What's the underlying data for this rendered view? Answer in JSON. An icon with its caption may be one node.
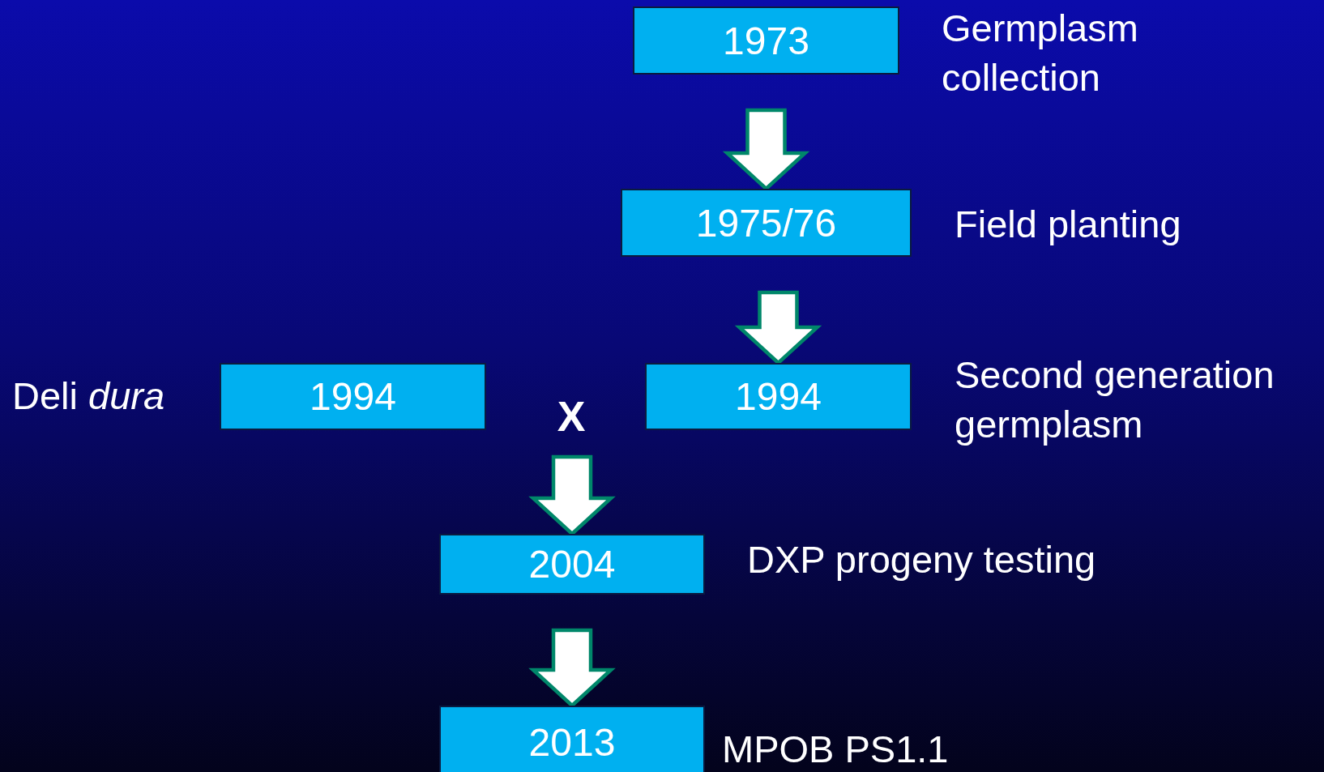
{
  "diagram": {
    "nodes": [
      {
        "text": [
          "1973"
        ],
        "beside": [
          "Germplasm collection"
        ]
      },
      {
        "text": [
          "1975/76"
        ],
        "beside": [
          "Field planting"
        ]
      },
      {
        "text": [
          "1994"
        ],
        "beside": [
          "Deli *dura*"
        ]
      },
      {
        "text": [
          "1994"
        ],
        "beside": [
          "Second generation germplasm"
        ]
      },
      {
        "text": [
          "X"
        ]
      },
      {
        "text": [
          "2004"
        ],
        "beside": [
          "DXP progeny testing"
        ]
      },
      {
        "text": [
          "2013"
        ],
        "beside": [
          "MPOB PS1.1"
        ]
      }
    ],
    "edges": [
      {
        "from": 0,
        "to": 1,
        "arrow": "to"
      },
      {
        "from": 1,
        "to": 3,
        "arrow": "to"
      },
      {
        "from": 4,
        "to": 5,
        "arrow": "to"
      },
      {
        "from": 5,
        "to": 6,
        "arrow": "to"
      }
    ]
  }
}
